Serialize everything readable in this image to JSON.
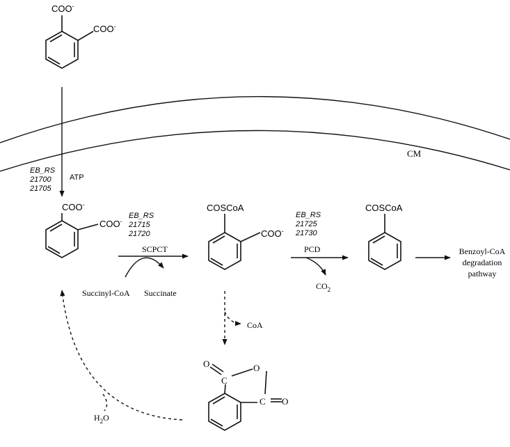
{
  "membrane_label": "CM",
  "transporter": {
    "gene_prefix": "EB_RS",
    "gene_a": "21700",
    "gene_b": "21705",
    "cofactor": "ATP"
  },
  "phthalate_out": {
    "group_top": "COO",
    "group_side": "COO",
    "charge": "-"
  },
  "phthalate_in": {
    "group_top": "COO",
    "group_side": "COO",
    "charge": "-"
  },
  "step1": {
    "gene_prefix": "EB_RS",
    "gene_a": "21715",
    "gene_b": "21720",
    "enzyme": "SCPCT",
    "cosubstrate": "Succinyl-CoA",
    "coproduct": "Succinate"
  },
  "phthaloyl_coa": {
    "group_top": "COSCoA",
    "group_side": "COO",
    "charge": "-"
  },
  "step2": {
    "gene_prefix": "EB_RS",
    "gene_a": "21725",
    "gene_b": "21730",
    "enzyme": "PCD",
    "byproduct_main": "CO",
    "byproduct_sub": "2"
  },
  "benzoyl_coa": {
    "group_top": "COSCoA"
  },
  "pathway_label": {
    "line1": "Benzoyl-CoA",
    "line2": "degradation",
    "line3": "pathway"
  },
  "anhydride": {
    "coa_released": "CoA",
    "carbon1": "C",
    "carbon2": "C",
    "ring_o": "O",
    "carbonyl_o1": "O",
    "carbonyl_o2": "O"
  },
  "hydrolysis": {
    "water_main": "H",
    "water_sub": "2",
    "water_tail": "O"
  }
}
